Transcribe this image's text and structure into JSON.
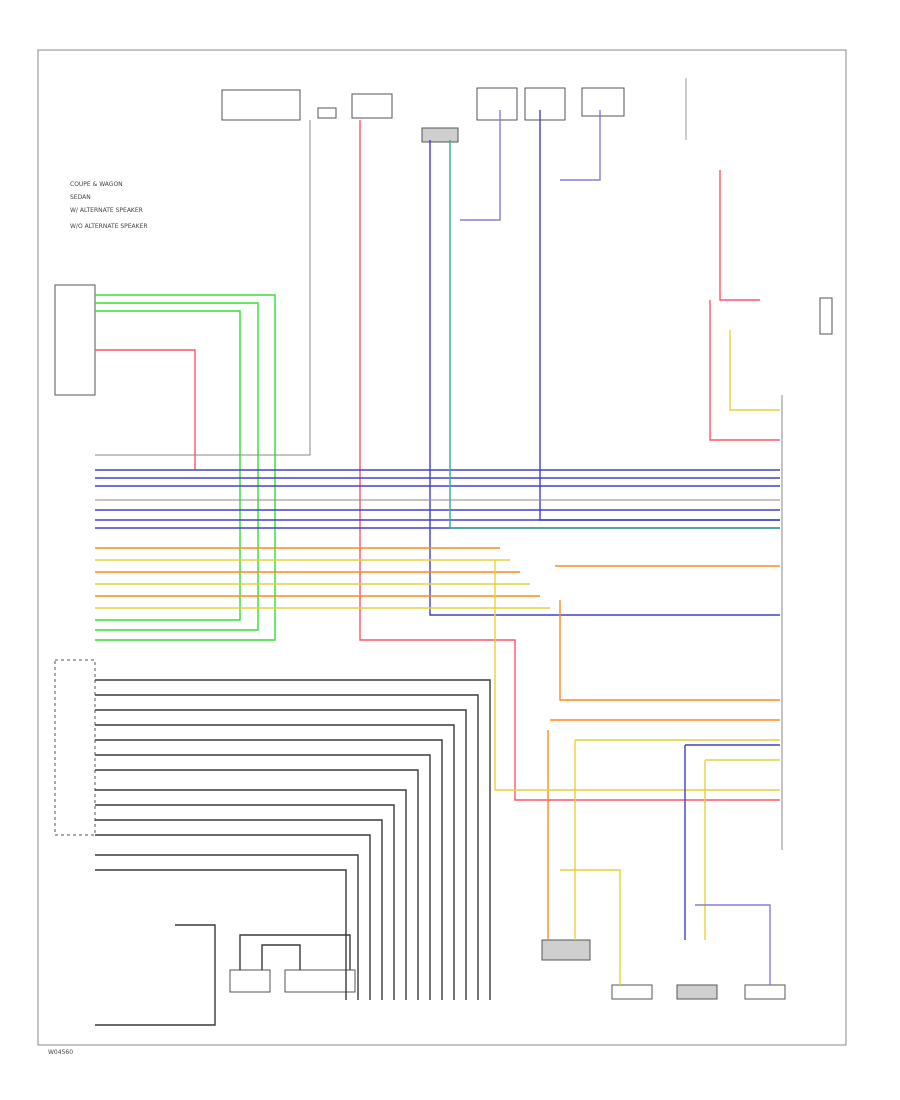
{
  "diagram": {
    "footer_code": "W04560",
    "wire_colors": {
      "green": "#33dd33",
      "red": "#ff5566",
      "blue": "#4040cc",
      "violet": "#8a7ad8",
      "gray": "#8a8a8a",
      "black": "#3a3a3a",
      "orange": "#ff8a1a",
      "yellow": "#e6d23a",
      "teal": "#3aa6a0",
      "pink": "#ff7faa"
    },
    "legend": {
      "items": [
        "COUPE & WAGON",
        "SEDAN",
        "W/ ALTERNATE SPEAKER",
        "W/O ALTERNATE SPEAKER"
      ]
    }
  }
}
